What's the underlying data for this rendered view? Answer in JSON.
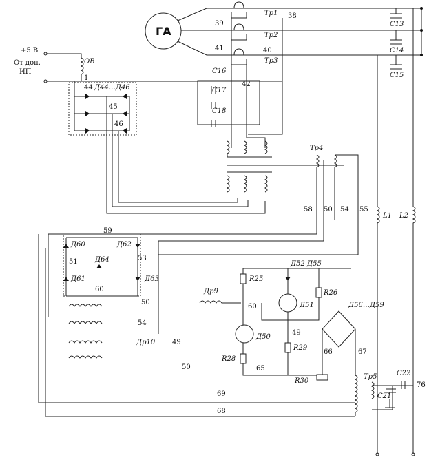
{
  "generator": {
    "label": "ГА"
  },
  "supply": {
    "line1": "+5 В",
    "line2": "От доп.",
    "line3": "ИП"
  },
  "components": {
    "tr1": "Тр1",
    "tr2": "Тр2",
    "tr3": "Тр3",
    "tr4": "Тр4",
    "tr5": "Тр5",
    "ov": "ОВ",
    "c13": "С13",
    "c14": "С14",
    "c15": "С15",
    "c16": "С16",
    "c17": "С17",
    "c18": "С18",
    "c21": "С21",
    "c22": "С22",
    "l1": "L1",
    "l2": "L2",
    "d44_46": "Д44…Д46",
    "d60": "Д60",
    "d61": "Д61",
    "d62": "Д62",
    "d63": "Д63",
    "d64": "Д64",
    "d52_55": "Д52 Д55",
    "d51": "Д51",
    "d50": "Д50",
    "d56_59": "Д56…Д59",
    "r25": "R25",
    "r26": "R26",
    "r28": "R28",
    "r29": "R29",
    "r30": "R30",
    "dr9": "Др9",
    "dr10": "Др10"
  },
  "nodes": [
    "38",
    "39",
    "40",
    "41",
    "42",
    "44",
    "45",
    "46",
    "49",
    "49",
    "50",
    "50",
    "51",
    "53",
    "54",
    "54",
    "55",
    "58",
    "59",
    "60",
    "60",
    "65",
    "66",
    "67",
    "68",
    "69",
    "76",
    "1"
  ]
}
